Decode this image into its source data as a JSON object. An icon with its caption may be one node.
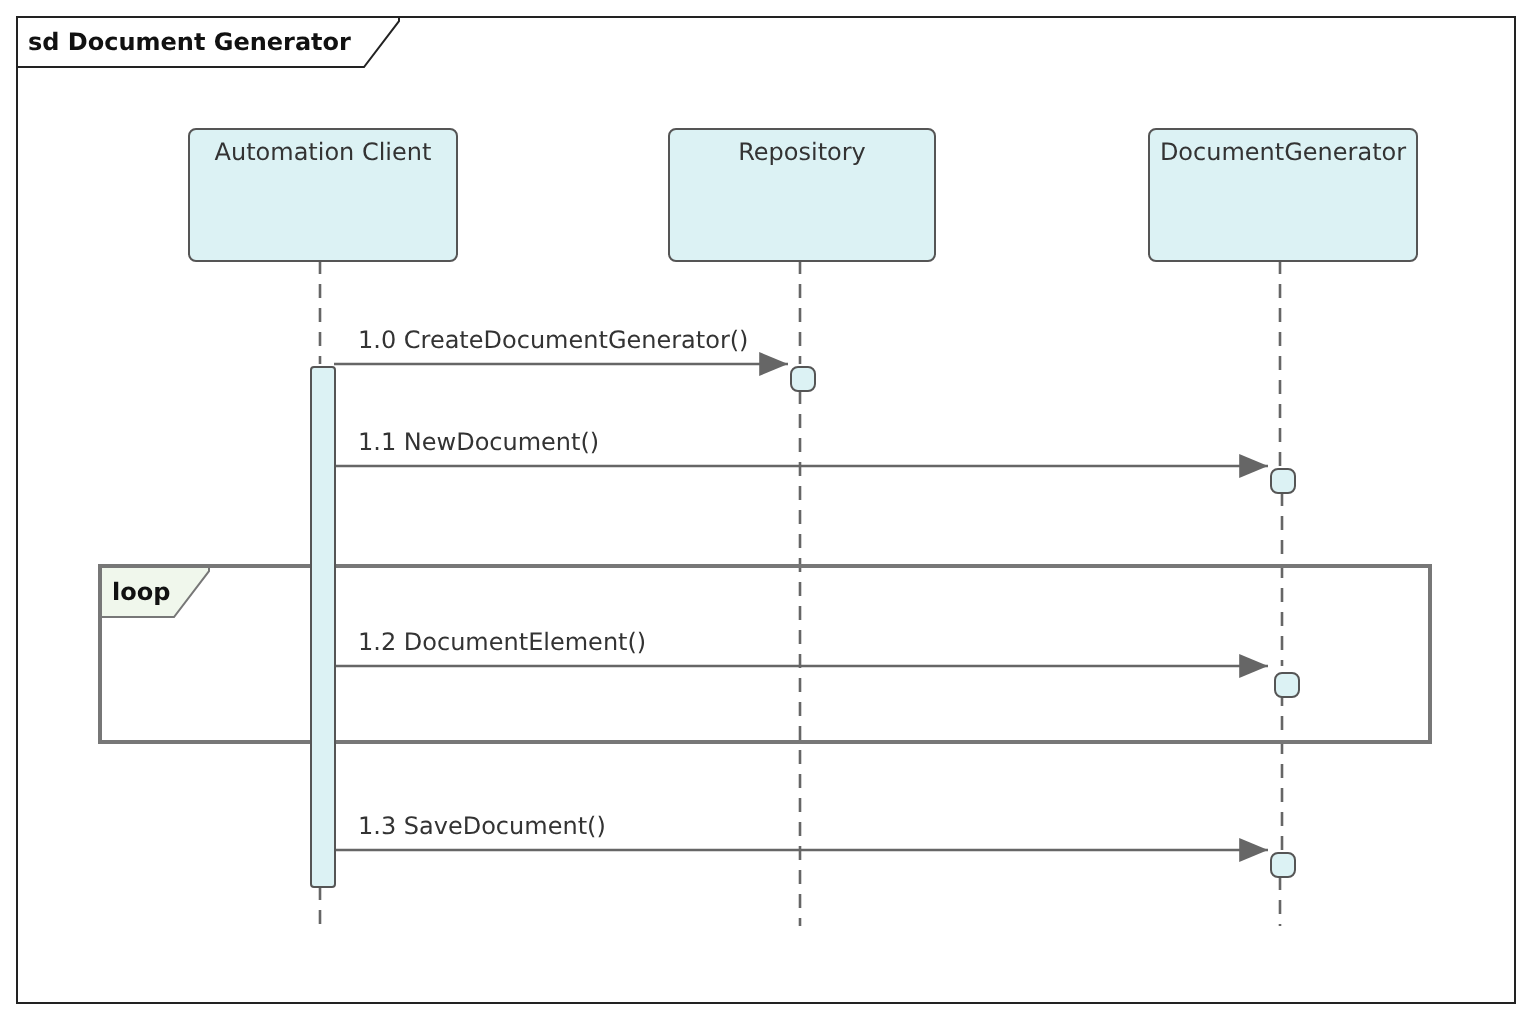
{
  "diagram": {
    "nodes": [
      {
        "text": [
          "sd Document Generator"
        ]
      },
      {
        "text": [
          "Automation Client"
        ],
        "in": 0
      },
      {
        "text": [
          "Repository"
        ],
        "in": 0
      },
      {
        "text": [
          "DocumentGenerator"
        ],
        "in": 0
      },
      {
        "text": [
          "loop"
        ],
        "in": 0
      },
      {
        "text": [],
        "shape": "bar",
        "in": 0
      },
      {
        "text": [],
        "shape": "box",
        "in": 0
      },
      {
        "text": [],
        "shape": "box",
        "in": 0
      },
      {
        "text": [],
        "shape": "box",
        "in": 4
      },
      {
        "text": [],
        "shape": "box",
        "in": 0
      }
    ],
    "edges": [
      {
        "from": 1,
        "to": 5,
        "arrow": "none",
        "style": "dashed"
      },
      {
        "from": 2,
        "to": 6,
        "arrow": "none",
        "style": "dashed"
      },
      {
        "from": 3,
        "to": 7,
        "arrow": "none",
        "style": "dashed"
      },
      {
        "from": 7,
        "to": 8,
        "arrow": "none",
        "style": "dashed"
      },
      {
        "from": 8,
        "to": 9,
        "arrow": "none",
        "style": "dashed"
      },
      {
        "from": 5,
        "to": 6,
        "arrow": "to",
        "label": "1.0 CreateDocumentGenerator()"
      },
      {
        "from": 5,
        "to": 7,
        "arrow": "to",
        "label": "1.1 NewDocument()"
      },
      {
        "from": 5,
        "to": 8,
        "arrow": "to",
        "label": "1.2 DocumentElement()"
      },
      {
        "from": 5,
        "to": 9,
        "arrow": "to",
        "label": "1.3 SaveDocument()"
      }
    ]
  }
}
